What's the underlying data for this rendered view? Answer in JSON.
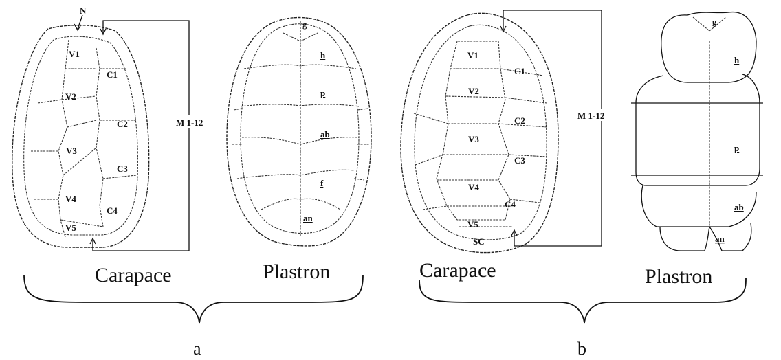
{
  "panel_a": {
    "carapace": {
      "caption": "Carapace",
      "nuchal": "N",
      "vertebrals": [
        "V1",
        "V2",
        "V3",
        "V4",
        "V5"
      ],
      "costals": [
        "C1",
        "C2",
        "C3",
        "C4"
      ],
      "marginals": "M 1-12"
    },
    "plastron": {
      "caption": "Plastron",
      "scutes": [
        "g",
        "h",
        "p",
        "ab",
        "f",
        "an"
      ]
    },
    "label": "a"
  },
  "panel_b": {
    "carapace": {
      "caption": "Carapace",
      "vertebrals": [
        "V1",
        "V2",
        "V3",
        "V4",
        "V5"
      ],
      "costals": [
        "C1",
        "C2",
        "C3",
        "C4"
      ],
      "supracaudal": "SC",
      "marginals": "M 1-12"
    },
    "plastron": {
      "caption": "Plastron",
      "scutes": [
        "g",
        "h",
        "p",
        "ab",
        "an"
      ]
    },
    "label": "b"
  }
}
